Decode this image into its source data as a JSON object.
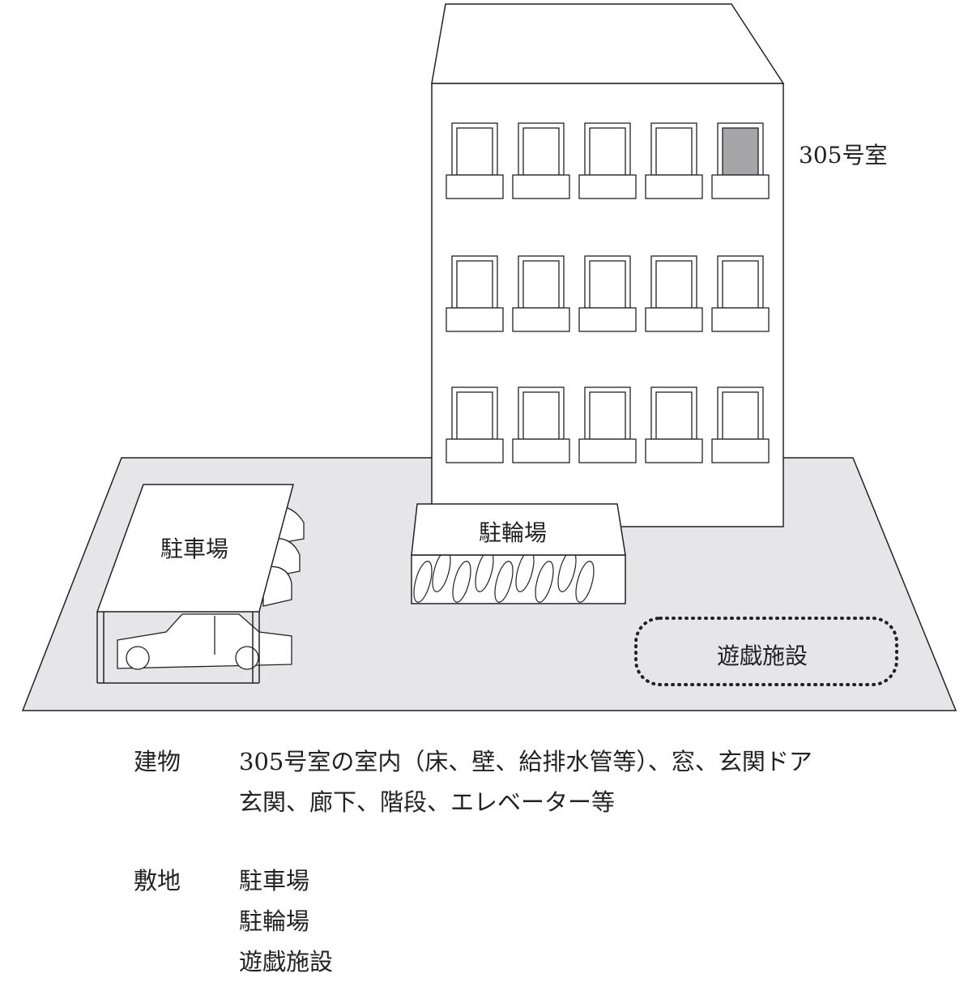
{
  "diagram": {
    "room_label": "305号室",
    "parking_label": "駐車場",
    "bicycle_label": "駐輪場",
    "playground_label": "遊戯施設",
    "highlight_color": "#a6a6a8",
    "ground_color": "#e6e6e8"
  },
  "legend": {
    "building": {
      "heading": "建物",
      "lines": [
        "305号室の室内（床、壁、給排水管等）、窓、玄関ドア",
        "玄関、廊下、階段、エレベーター等"
      ]
    },
    "site": {
      "heading": "敷地",
      "lines": [
        "駐車場",
        "駐輪場",
        "遊戯施設"
      ]
    }
  }
}
